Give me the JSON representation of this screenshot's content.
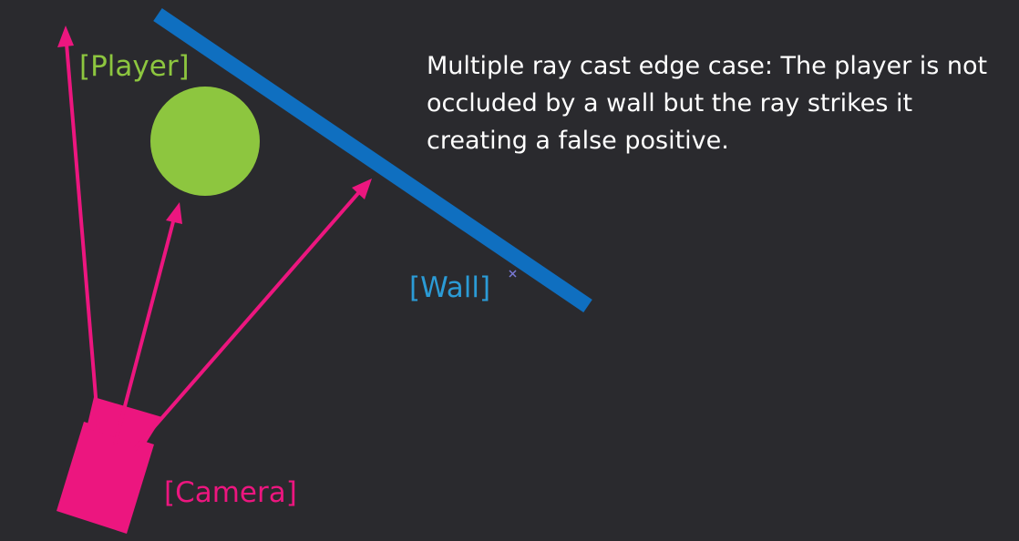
{
  "labels": {
    "player": "[Player]",
    "wall": "[Wall]",
    "camera": "[Camera]"
  },
  "caption": "Multiple ray cast edge case:  The player is not occluded by a wall but the ray strikes it creating a false positive.",
  "colors": {
    "background": "#2a2a2e",
    "player": "#8dc63f",
    "wall": "#0f6fc0",
    "wall_label": "#2b9bd6",
    "camera": "#ec167f",
    "ray": "#ec167f",
    "caption": "#ffffff",
    "marker": "#7a7ad6"
  }
}
